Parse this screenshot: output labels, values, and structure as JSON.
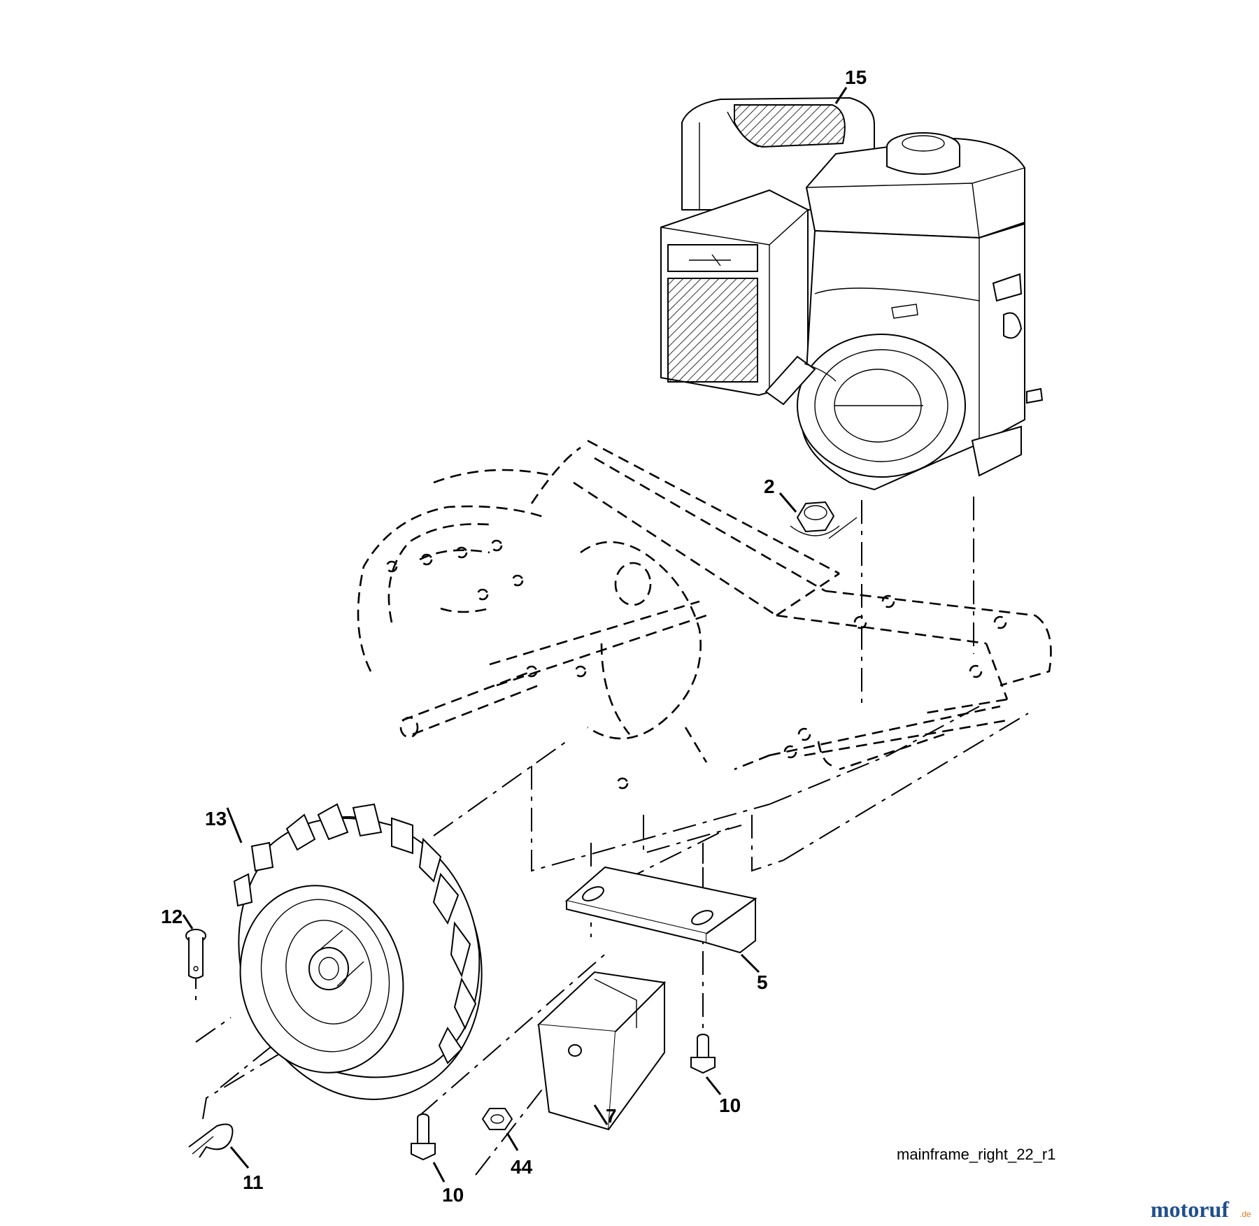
{
  "diagram": {
    "reference": "mainframe_right_22_r1",
    "watermark": {
      "main": "motoruf",
      "suffix": ".de"
    },
    "callouts": [
      {
        "id": "15",
        "label": "15"
      },
      {
        "id": "2",
        "label": "2"
      },
      {
        "id": "13",
        "label": "13"
      },
      {
        "id": "12",
        "label": "12"
      },
      {
        "id": "5",
        "label": "5"
      },
      {
        "id": "7",
        "label": "7"
      },
      {
        "id": "10a",
        "label": "10"
      },
      {
        "id": "10b",
        "label": "10"
      },
      {
        "id": "44",
        "label": "44"
      },
      {
        "id": "11",
        "label": "11"
      }
    ]
  },
  "colors": {
    "line": "#000000",
    "background": "#ffffff",
    "logo_blue": "#1f4e8c",
    "logo_orange": "#e07a1f"
  }
}
